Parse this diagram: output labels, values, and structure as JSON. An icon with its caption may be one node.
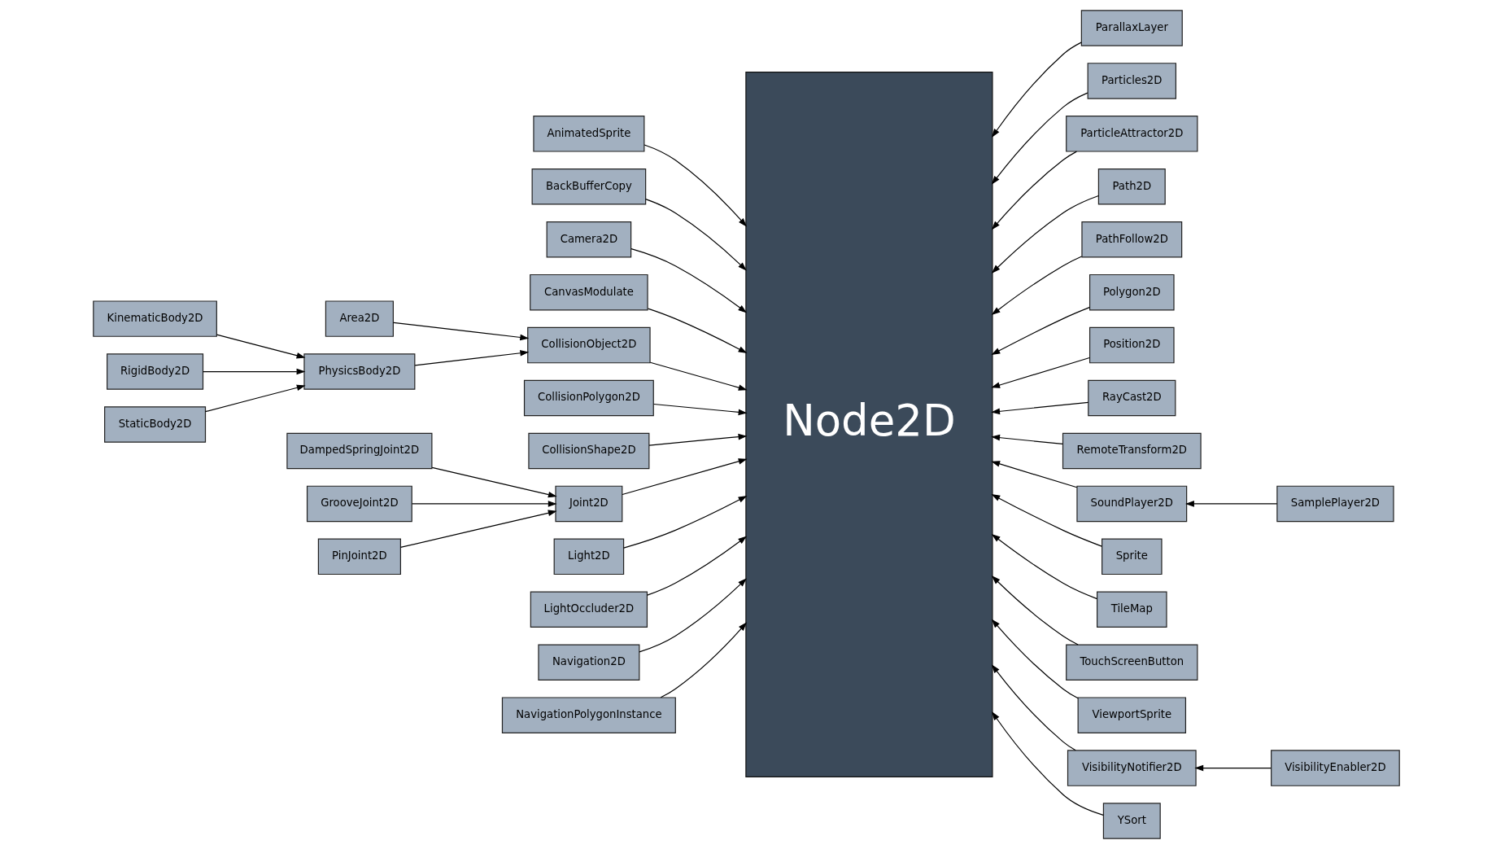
{
  "diagram": {
    "nodes": [
      {
        "text": [
          "AnimatedSprite"
        ]
      },
      {
        "text": [
          "BackBufferCopy"
        ]
      },
      {
        "text": [
          "Camera2D"
        ]
      },
      {
        "text": [
          "CanvasModulate"
        ]
      },
      {
        "text": [
          "Area2D"
        ]
      },
      {
        "text": [
          "KinematicBody2D"
        ]
      },
      {
        "text": [
          "PhysicsBody2D"
        ]
      },
      {
        "text": [
          "CollisionObject2D"
        ]
      },
      {
        "text": [
          "RigidBody2D"
        ]
      },
      {
        "text": [
          "StaticBody2D"
        ]
      },
      {
        "text": [
          "CollisionPolygon2D"
        ]
      },
      {
        "text": [
          "CollisionShape2D"
        ]
      },
      {
        "text": [
          "DampedSpringJoint2D"
        ]
      },
      {
        "text": [
          "Joint2D"
        ]
      },
      {
        "text": [
          "GrooveJoint2D"
        ]
      },
      {
        "text": [
          "PinJoint2D"
        ]
      },
      {
        "text": [
          "Light2D"
        ]
      },
      {
        "text": [
          "LightOccluder2D"
        ]
      },
      {
        "text": [
          "Navigation2D"
        ]
      },
      {
        "text": [
          "NavigationPolygonInstance"
        ]
      },
      {
        "text": [
          "Node2D"
        ]
      },
      {
        "text": [
          "ParallaxLayer"
        ]
      },
      {
        "text": [
          "Particles2D"
        ]
      },
      {
        "text": [
          "ParticleAttractor2D"
        ]
      },
      {
        "text": [
          "Path2D"
        ]
      },
      {
        "text": [
          "PathFollow2D"
        ]
      },
      {
        "text": [
          "Polygon2D"
        ]
      },
      {
        "text": [
          "Position2D"
        ]
      },
      {
        "text": [
          "RayCast2D"
        ]
      },
      {
        "text": [
          "RemoteTransform2D"
        ]
      },
      {
        "text": [
          "SoundPlayer2D"
        ]
      },
      {
        "text": [
          "SamplePlayer2D"
        ]
      },
      {
        "text": [
          "Sprite"
        ]
      },
      {
        "text": [
          "TileMap"
        ]
      },
      {
        "text": [
          "TouchScreenButton"
        ]
      },
      {
        "text": [
          "ViewportSprite"
        ]
      },
      {
        "text": [
          "VisibilityNotifier2D"
        ]
      },
      {
        "text": [
          "VisibilityEnabler2D"
        ]
      },
      {
        "text": [
          "YSort"
        ]
      }
    ],
    "edges": [
      {
        "from": 0,
        "to": 20,
        "arrow": "to"
      },
      {
        "from": 1,
        "to": 20,
        "arrow": "to"
      },
      {
        "from": 2,
        "to": 20,
        "arrow": "to"
      },
      {
        "from": 3,
        "to": 20,
        "arrow": "to"
      },
      {
        "from": 4,
        "to": 7,
        "arrow": "to"
      },
      {
        "from": 5,
        "to": 6,
        "arrow": "to"
      },
      {
        "from": 8,
        "to": 6,
        "arrow": "to"
      },
      {
        "from": 9,
        "to": 6,
        "arrow": "to"
      },
      {
        "from": 6,
        "to": 7,
        "arrow": "to"
      },
      {
        "from": 7,
        "to": 20,
        "arrow": "to"
      },
      {
        "from": 10,
        "to": 20,
        "arrow": "to"
      },
      {
        "from": 11,
        "to": 20,
        "arrow": "to"
      },
      {
        "from": 12,
        "to": 13,
        "arrow": "to"
      },
      {
        "from": 14,
        "to": 13,
        "arrow": "to"
      },
      {
        "from": 15,
        "to": 13,
        "arrow": "to"
      },
      {
        "from": 13,
        "to": 20,
        "arrow": "to"
      },
      {
        "from": 16,
        "to": 20,
        "arrow": "to"
      },
      {
        "from": 17,
        "to": 20,
        "arrow": "to"
      },
      {
        "from": 18,
        "to": 20,
        "arrow": "to"
      },
      {
        "from": 19,
        "to": 20,
        "arrow": "to"
      },
      {
        "from": 21,
        "to": 20,
        "arrow": "to"
      },
      {
        "from": 22,
        "to": 20,
        "arrow": "to"
      },
      {
        "from": 23,
        "to": 20,
        "arrow": "to"
      },
      {
        "from": 24,
        "to": 20,
        "arrow": "to"
      },
      {
        "from": 25,
        "to": 20,
        "arrow": "to"
      },
      {
        "from": 26,
        "to": 20,
        "arrow": "to"
      },
      {
        "from": 27,
        "to": 20,
        "arrow": "to"
      },
      {
        "from": 28,
        "to": 20,
        "arrow": "to"
      },
      {
        "from": 29,
        "to": 20,
        "arrow": "to"
      },
      {
        "from": 30,
        "to": 20,
        "arrow": "to"
      },
      {
        "from": 31,
        "to": 30,
        "arrow": "to"
      },
      {
        "from": 32,
        "to": 20,
        "arrow": "to"
      },
      {
        "from": 33,
        "to": 20,
        "arrow": "to"
      },
      {
        "from": 34,
        "to": 20,
        "arrow": "to"
      },
      {
        "from": 35,
        "to": 20,
        "arrow": "to"
      },
      {
        "from": 36,
        "to": 20,
        "arrow": "to"
      },
      {
        "from": 37,
        "to": 36,
        "arrow": "to"
      },
      {
        "from": 38,
        "to": 20,
        "arrow": "to"
      }
    ]
  }
}
